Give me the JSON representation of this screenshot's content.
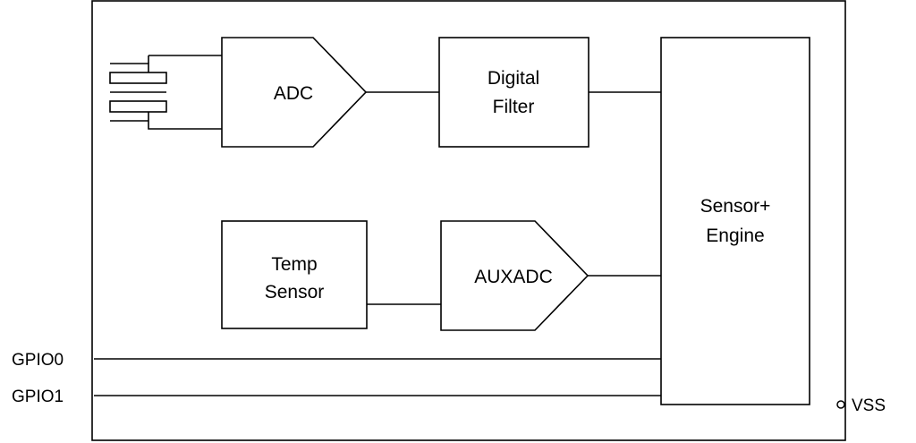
{
  "blocks": {
    "adc": "ADC",
    "digital_filter": [
      "Digital",
      "Filter"
    ],
    "sensor_engine": [
      "Sensor+",
      "Engine"
    ],
    "temp_sensor": [
      "Temp",
      "Sensor"
    ],
    "auxadc": "AUXADC"
  },
  "pins": {
    "gpio0": "GPIO0",
    "gpio1": "GPIO1",
    "vss": "VSS"
  },
  "colors": {
    "stroke": "#000000",
    "background": "#ffffff"
  }
}
